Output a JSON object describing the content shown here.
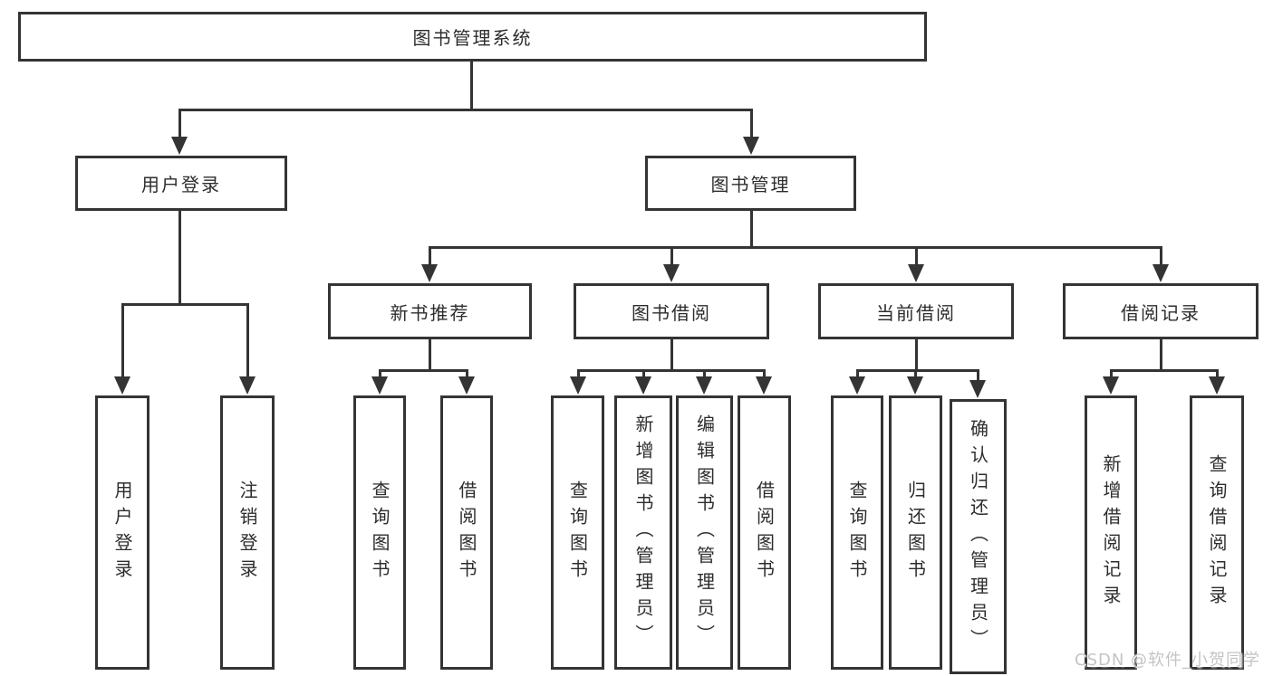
{
  "page": {
    "background_color": "#ffffff",
    "line_color": "#343434",
    "text_color": "#2d2d2d",
    "watermark_color": "#c4c4c4"
  },
  "watermark": {
    "text": "CSDN @软件_小贺同学"
  },
  "diagram": {
    "root": {
      "label": "图书管理系统"
    },
    "level2": [
      {
        "label": "用户登录"
      },
      {
        "label": "图书管理"
      }
    ],
    "user_login_children": [
      {
        "label": "用户登录"
      },
      {
        "label": "注销登录"
      }
    ],
    "level3": [
      {
        "label": "新书推荐"
      },
      {
        "label": "图书借阅"
      },
      {
        "label": "当前借阅"
      },
      {
        "label": "借阅记录"
      }
    ],
    "new_book_recommend_children": [
      {
        "label": "查询图书"
      },
      {
        "label": "借阅图书"
      }
    ],
    "book_borrow_children": [
      {
        "label": "查询图书"
      },
      {
        "label": "新增图书（管理员）"
      },
      {
        "label": "编辑图书（管理员）"
      },
      {
        "label": "借阅图书"
      }
    ],
    "current_borrow_children": [
      {
        "label": "查询图书"
      },
      {
        "label": "归还图书"
      },
      {
        "label": "确认归还（管理员）"
      }
    ],
    "borrow_record_children": [
      {
        "label": "新增借阅记录"
      },
      {
        "label": "查询借阅记录"
      }
    ]
  }
}
